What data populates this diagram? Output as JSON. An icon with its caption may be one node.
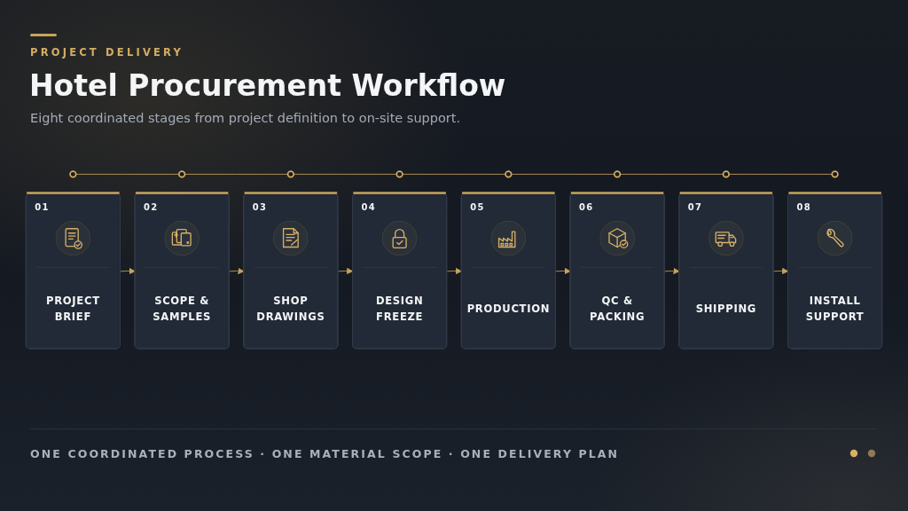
{
  "diagram": {
    "title": "Hotel Procurement Workflow",
    "nodes": [
      {
        "text": [],
        "shape": "circle"
      },
      {
        "text": [],
        "shape": "circle"
      },
      {
        "text": [],
        "shape": "circle"
      },
      {
        "text": [],
        "shape": "circle"
      },
      {
        "text": [],
        "shape": "circle"
      },
      {
        "text": [],
        "shape": "circle"
      },
      {
        "text": [],
        "shape": "circle"
      },
      {
        "text": [],
        "shape": "circle"
      },
      {
        "text": [
          "01",
          "PROJECT BRIEF"
        ]
      },
      {
        "text": [
          "02",
          "SCOPE & SAMPLES"
        ]
      },
      {
        "text": [
          "03",
          "SHOP DRAWINGS"
        ]
      },
      {
        "text": [
          "04",
          "DESIGN FREEZE"
        ]
      },
      {
        "text": [
          "05",
          "PRODUCTION"
        ]
      },
      {
        "text": [
          "06",
          "QC & PACKING"
        ]
      },
      {
        "text": [
          "07",
          "SHIPPING"
        ]
      },
      {
        "text": [
          "08",
          "INSTALL SUPPORT"
        ]
      }
    ],
    "edges": [
      {
        "from": 0,
        "to": 1,
        "arrow": "none"
      },
      {
        "from": 1,
        "to": 2,
        "arrow": "none"
      },
      {
        "from": 2,
        "to": 3,
        "arrow": "none"
      },
      {
        "from": 3,
        "to": 4,
        "arrow": "none"
      },
      {
        "from": 4,
        "to": 5,
        "arrow": "none"
      },
      {
        "from": 5,
        "to": 6,
        "arrow": "none"
      },
      {
        "from": 6,
        "to": 7,
        "arrow": "none"
      },
      {
        "from": 8,
        "to": 9,
        "arrow": "to"
      },
      {
        "from": 9,
        "to": 10,
        "arrow": "to"
      },
      {
        "from": 10,
        "to": 11,
        "arrow": "to"
      },
      {
        "from": 11,
        "to": 12,
        "arrow": "to"
      },
      {
        "from": 12,
        "to": 13,
        "arrow": "to"
      },
      {
        "from": 13,
        "to": 14,
        "arrow": "to"
      },
      {
        "from": 14,
        "to": 15,
        "arrow": "to"
      }
    ],
    "labels": [
      "PROJECT DELIVERY",
      "Eight coordinated stages from project definition to on-site support.",
      "ONE COORDINATED PROCESS · ONE MATERIAL SCOPE · ONE DELIVERY PLAN"
    ]
  }
}
